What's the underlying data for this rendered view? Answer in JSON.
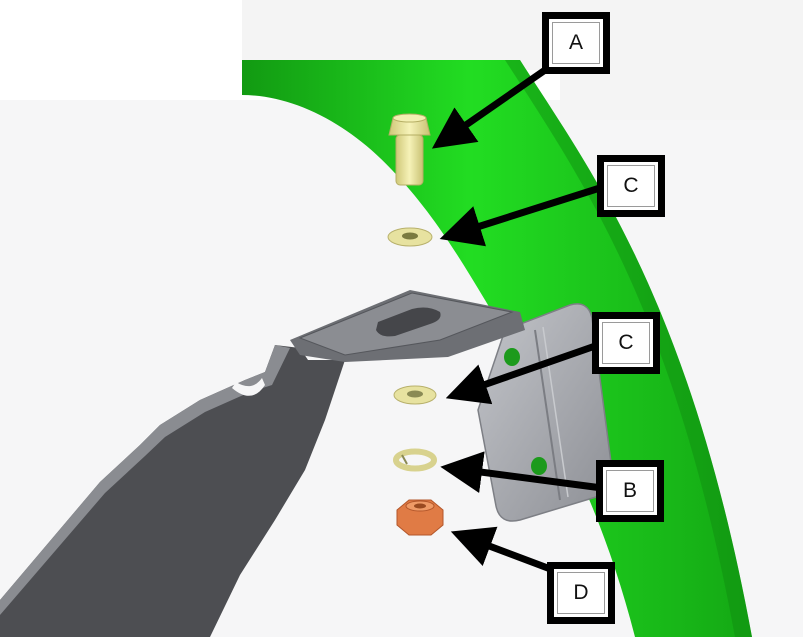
{
  "callouts": [
    {
      "id": "callout-a",
      "label": "A",
      "part": "bolt"
    },
    {
      "id": "callout-c-upper",
      "label": "C",
      "part": "flat-washer"
    },
    {
      "id": "callout-c-lower",
      "label": "C",
      "part": "flat-washer"
    },
    {
      "id": "callout-b",
      "label": "B",
      "part": "lock-washer"
    },
    {
      "id": "callout-d",
      "label": "D",
      "part": "hex-nut"
    }
  ],
  "colors": {
    "frame": "#1fd81f",
    "frame_dark": "#129a12",
    "bracket": "#55565a",
    "bracket_light": "#9a9ca2",
    "plate": "#a3a5ab",
    "hardware_brass": "#eae6a0",
    "nut": "#e07b45",
    "callout_border": "#000000",
    "arrow": "#000000"
  }
}
